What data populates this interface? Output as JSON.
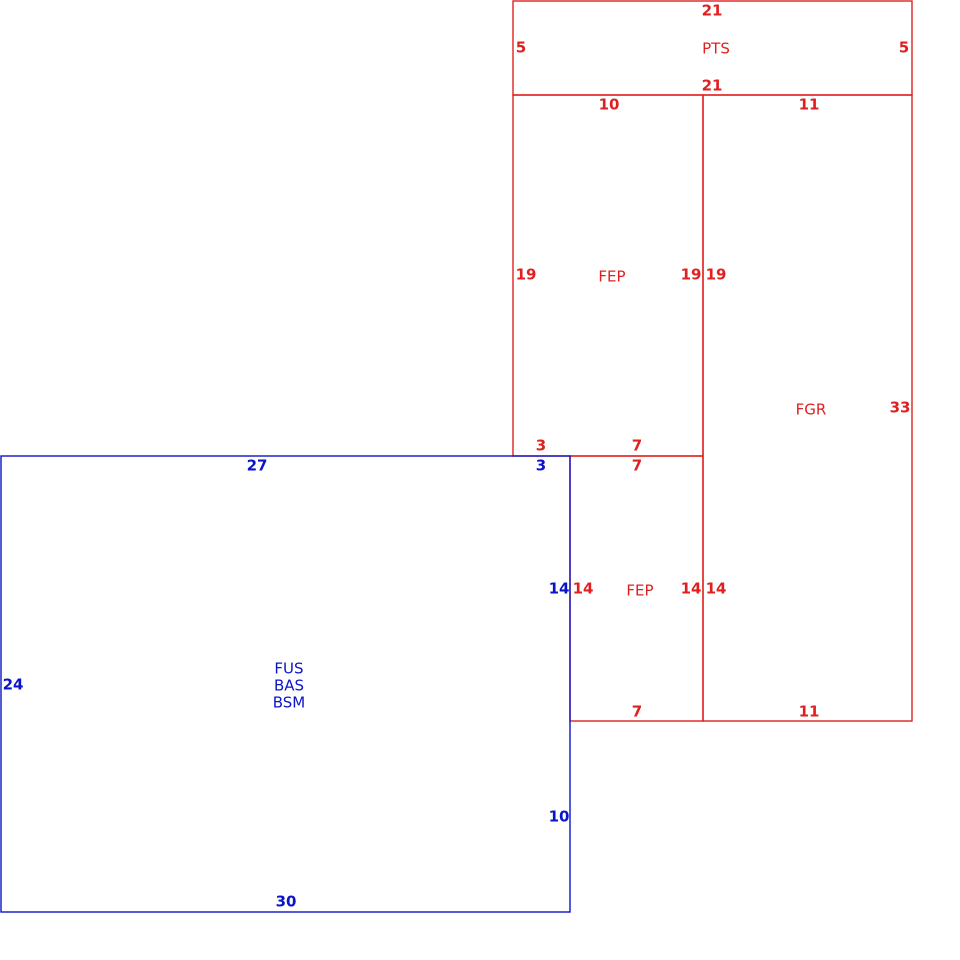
{
  "colors": {
    "red_rooms": "#e02020",
    "blue_rooms": "#0a14c8"
  },
  "rooms": {
    "pts": {
      "name": "PTS",
      "top": "21",
      "bottom": "21",
      "left": "5",
      "right": "5"
    },
    "fep_upper": {
      "name": "FEP",
      "top": "10",
      "left": "19",
      "right": "19",
      "bottom_left": "3",
      "bottom_right": "7"
    },
    "fgr": {
      "name": "FGR",
      "top": "11",
      "bottom": "11",
      "left_upper": "19",
      "left_lower": "14",
      "right": "33"
    },
    "fep_lower": {
      "name": "FEP",
      "top": "7",
      "bottom": "7",
      "left": "14",
      "right": "14"
    },
    "basement": {
      "names": [
        "FUS",
        "BAS",
        "BSM"
      ],
      "top": "27",
      "top_right": "3",
      "bottom": "30",
      "left": "24",
      "right_upper": "14",
      "right_lower": "10"
    }
  }
}
